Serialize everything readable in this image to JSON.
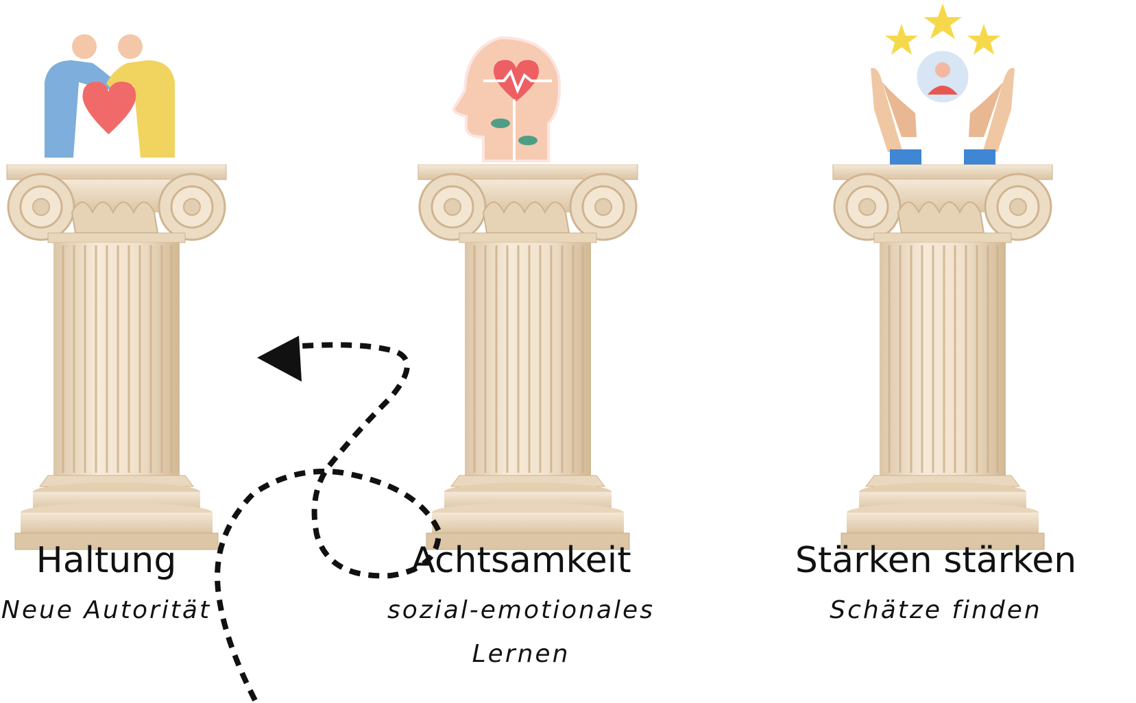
{
  "pillars": [
    {
      "title": "Haltung",
      "subtitle": "Neue Autorität",
      "icon": "connection-heart-icon"
    },
    {
      "title": "Achtsamkeit",
      "subtitle_line1": "sozial-emotionales",
      "subtitle_line2": "Lernen",
      "icon": "mind-heart-icon"
    },
    {
      "title": "Stärken stärken",
      "subtitle": "Schätze finden",
      "icon": "stars-hands-icon"
    }
  ],
  "colors": {
    "marble": "#efe0cb",
    "marble_shadow": "#d9c4a6",
    "text": "#111111",
    "path": "#111111"
  }
}
